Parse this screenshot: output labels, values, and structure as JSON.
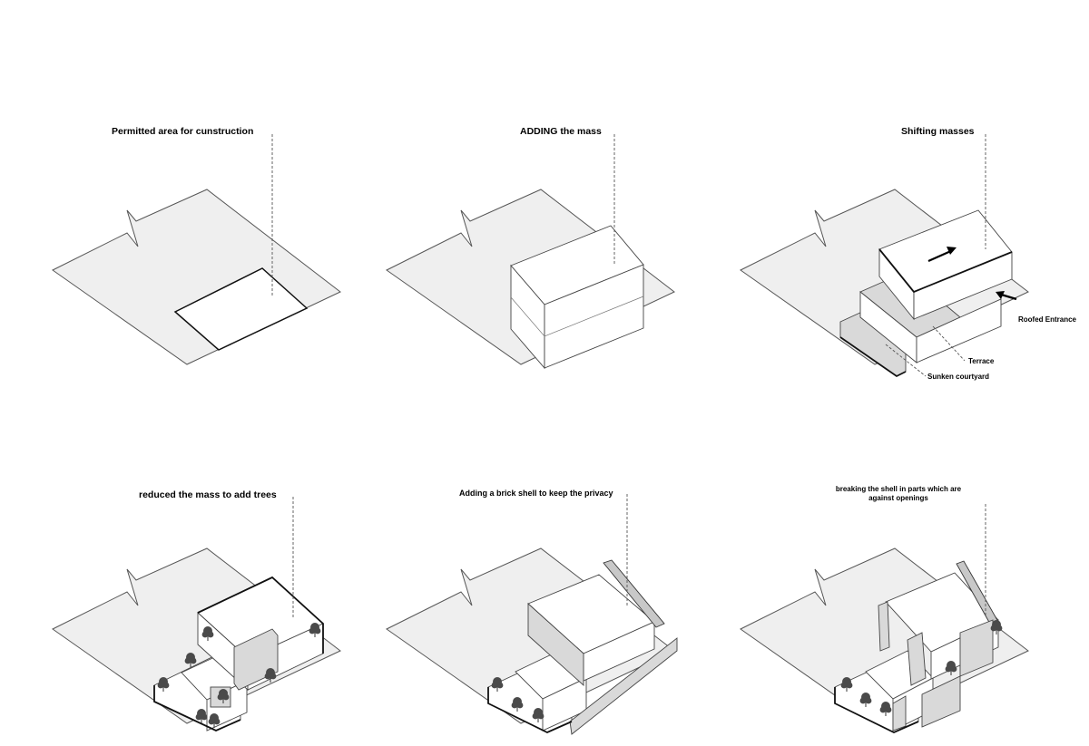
{
  "panels": [
    {
      "title": "Permitted area for cunstruction"
    },
    {
      "title": "ADDING the mass"
    },
    {
      "title": "Shifting masses",
      "callouts": {
        "roofed_entrance": "Roofed Entrance",
        "terrace": "Terrace",
        "sunken_courtyard": "Sunken courtyard"
      }
    },
    {
      "title": "reduced the mass to add trees"
    },
    {
      "title": "Adding a brick shell to keep the privacy"
    },
    {
      "title_line1": "breaking the shell in parts which are",
      "title_line2": "against openings"
    }
  ],
  "colors": {
    "site_fill": "#efefef",
    "shell_fill": "#d9d9d9",
    "line": "#444444"
  }
}
